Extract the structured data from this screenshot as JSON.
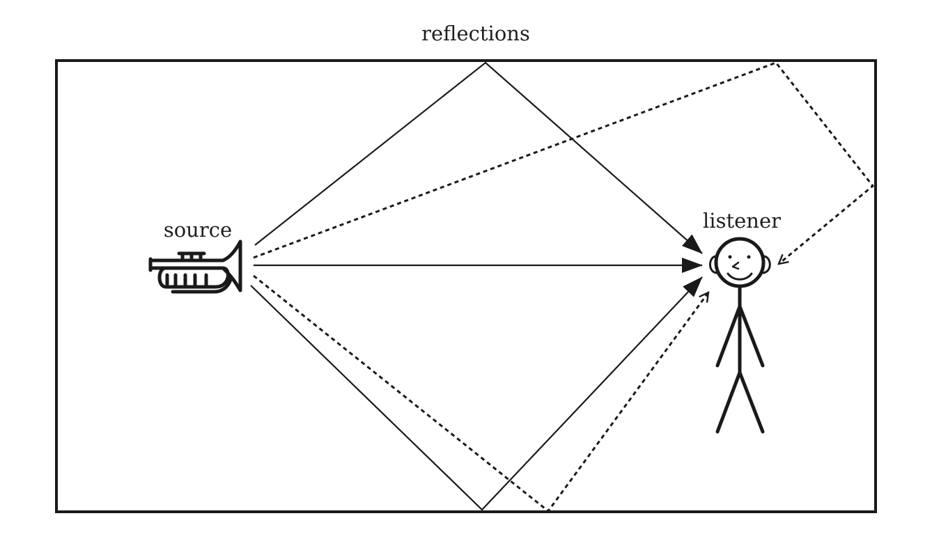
{
  "title": "reflections",
  "labels": {
    "source": "source",
    "listener": "listener"
  },
  "icons": {
    "source": "trumpet-icon",
    "listener": "stick-figure-icon"
  },
  "colors": {
    "ink": "#1a1a1a",
    "background": "#ffffff"
  }
}
